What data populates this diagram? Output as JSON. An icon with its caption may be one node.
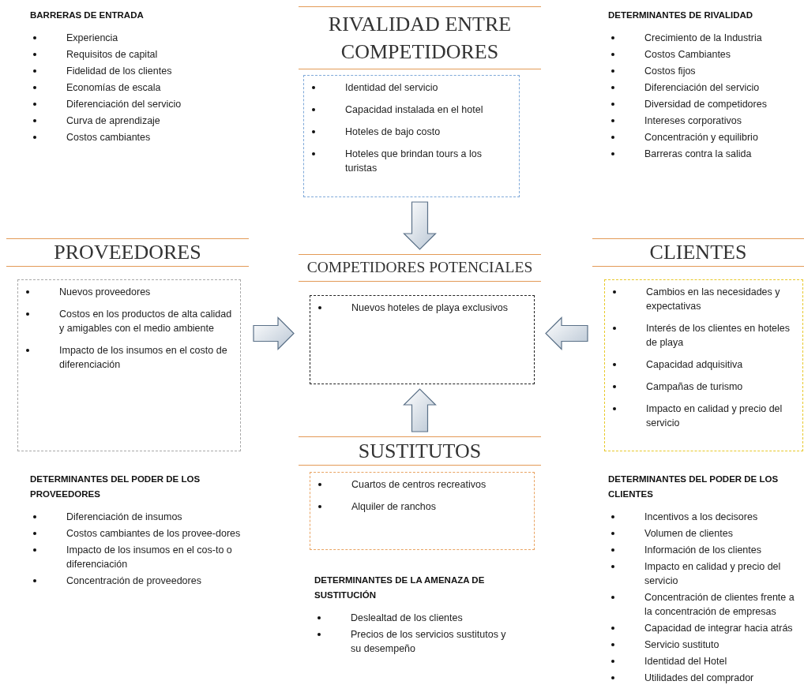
{
  "diagram": {
    "nodes": [
      {
        "text": [
          "RIVALIDAD ENTRE COMPETIDORES",
          "Identidad del servicio",
          "Capacidad instalada en el hotel",
          "Hoteles de bajo costo",
          "Hoteles que brindan tours a los turistas"
        ]
      },
      {
        "text": [
          "PROVEEDORES",
          "Nuevos proveedores",
          "Costos en los productos de alta calidad y amigables con el medio ambiente",
          "Impacto de los insumos en el costo de diferenciación"
        ]
      },
      {
        "text": [
          "COMPETIDORES POTENCIALES",
          "Nuevos hoteles de playa exclusivos"
        ]
      },
      {
        "text": [
          "CLIENTES",
          "Cambios en las necesidades y expectativas",
          "Interés de los clientes en hoteles de playa",
          "Capacidad adquisitiva",
          "Campañas de turismo",
          "Impacto en calidad y precio del servicio"
        ]
      },
      {
        "text": [
          "SUSTITUTOS",
          "Cuartos de centros recreativos",
          "Alquiler de ranchos"
        ]
      }
    ],
    "edges": [
      {
        "from": 0,
        "to": 2,
        "arrow": "to"
      },
      {
        "from": 1,
        "to": 2,
        "arrow": "to"
      },
      {
        "from": 3,
        "to": 2,
        "arrow": "to"
      },
      {
        "from": 4,
        "to": 2,
        "arrow": "to"
      }
    ],
    "labels": [
      "BARRERAS DE ENTRADA",
      "Experiencia",
      "Requisitos de capital",
      "Fidelidad de los clientes",
      "Economías de escala",
      "Diferenciación del servicio",
      "Curva de aprendizaje",
      "Costos cambiantes",
      "DETERMINANTES DE RIVALIDAD",
      "Crecimiento de la Industria",
      "Costos Cambiantes",
      "Costos fijos",
      "Diferenciación del servicio",
      "Diversidad de competidores",
      "Intereses corporativos",
      "Concentración y equilibrio",
      "Barreras contra la salida",
      "DETERMINANTES DEL PODER DE LOS PROVEEDORES",
      "Diferenciación de insumos",
      "Costos cambiantes de los provee-dores",
      "Impacto de los insumos en el cos-to o diferenciación",
      "Concentración de proveedores",
      "DETERMINANTES DE LA AMENAZA DE SUSTITUCIÓN",
      "Deslealtad de los clientes",
      "Precios de los servicios sustitutos y su desempeño",
      "DETERMINANTES DEL PODER DE LOS CLIENTES",
      "Incentivos a los decisores",
      "Volumen de clientes",
      "Información de los clientes",
      "Impacto en calidad y precio del servicio",
      "Concentración de clientes frente a la concentración de empresas",
      "Capacidad de integrar hacia atrás",
      "Servicio sustituto",
      "Identidad del Hotel",
      "Utilidades del comprador"
    ]
  }
}
